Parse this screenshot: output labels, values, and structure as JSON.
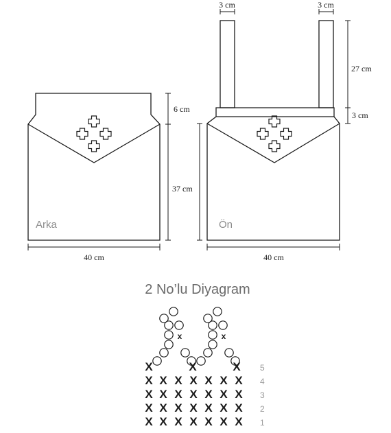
{
  "colors": {
    "line": "#1a1a1a",
    "panel_label": "#8c8c8c",
    "diagram_title": "#6b6b6b",
    "row_number": "#9a9a9a",
    "background": "#ffffff"
  },
  "back_panel": {
    "label": "Arka",
    "dim_width": "40 cm",
    "dim_top": "6 cm",
    "dim_body": "37 cm",
    "motif_icon": "cross-motif-icon"
  },
  "front_panel": {
    "label": "Ön",
    "dim_width": "40 cm",
    "dim_strap_width_left": "3 cm",
    "dim_strap_width_right": "3 cm",
    "dim_strap_length": "27 cm",
    "dim_band": "3 cm",
    "motif_icon": "cross-motif-icon"
  },
  "stitch_diagram": {
    "title": "2 No’lu Diyagram",
    "rows": [
      {
        "number": "1",
        "stitches": [
          "X",
          "X",
          "X",
          "X",
          "X",
          "X",
          "X"
        ]
      },
      {
        "number": "2",
        "stitches": [
          "X",
          "X",
          "X",
          "X",
          "X",
          "X",
          "X"
        ]
      },
      {
        "number": "3",
        "stitches": [
          "X",
          "X",
          "X",
          "X",
          "X",
          "X",
          "X"
        ]
      },
      {
        "number": "4",
        "stitches": [
          "X",
          "X",
          "X",
          "X",
          "X",
          "X",
          "X"
        ]
      },
      {
        "number": "5",
        "stitches": [
          "X",
          "X",
          "X"
        ]
      }
    ],
    "chain_inner_mark": "x",
    "legend_symbols": [
      "X",
      "x",
      "○"
    ]
  }
}
